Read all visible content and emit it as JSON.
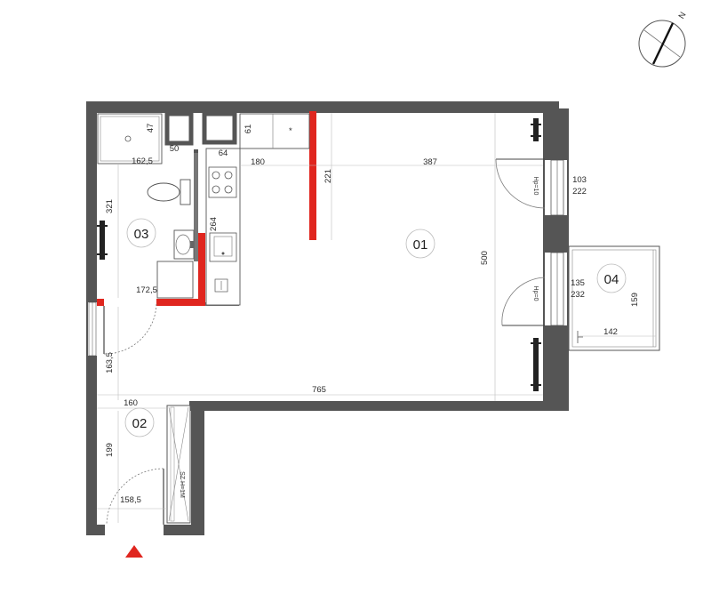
{
  "north": {
    "letter": "N"
  },
  "rooms": {
    "r01": "01",
    "r02": "02",
    "r03": "03",
    "r04": "04"
  },
  "dims": {
    "d47": "47",
    "d50": "50",
    "d162_5": "162,5",
    "d61": "61",
    "d64": "64",
    "d180": "180",
    "d387": "387",
    "d221": "221",
    "d321": "321",
    "d264": "264",
    "d172_5": "172,5",
    "d500": "500",
    "d103": "103",
    "d222": "222",
    "d135": "135",
    "d232": "232",
    "d159": "159",
    "d142": "142",
    "d163_5": "163,5",
    "d765": "765",
    "d160": "160",
    "d199": "199",
    "d158_5": "158,5"
  },
  "labels": {
    "hp1": "Hp=10",
    "hp2": "Hp=0",
    "wardrobe": "SZ H=1M"
  },
  "colors": {
    "wall": "#555555",
    "new_wall": "#e0261f",
    "entrance_marker": "#e0261f"
  }
}
